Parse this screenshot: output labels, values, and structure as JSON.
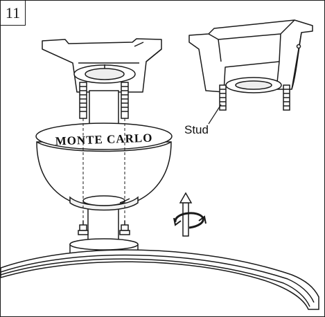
{
  "step_number": "11",
  "canopy_brand": "MONTE CARLO",
  "callout_label": "Stud",
  "icons": [
    "rotate-arrow-icon"
  ],
  "colors": {
    "line": "#1a1a1a",
    "fill": "#ffffff",
    "shade": "#d9d9d9"
  }
}
